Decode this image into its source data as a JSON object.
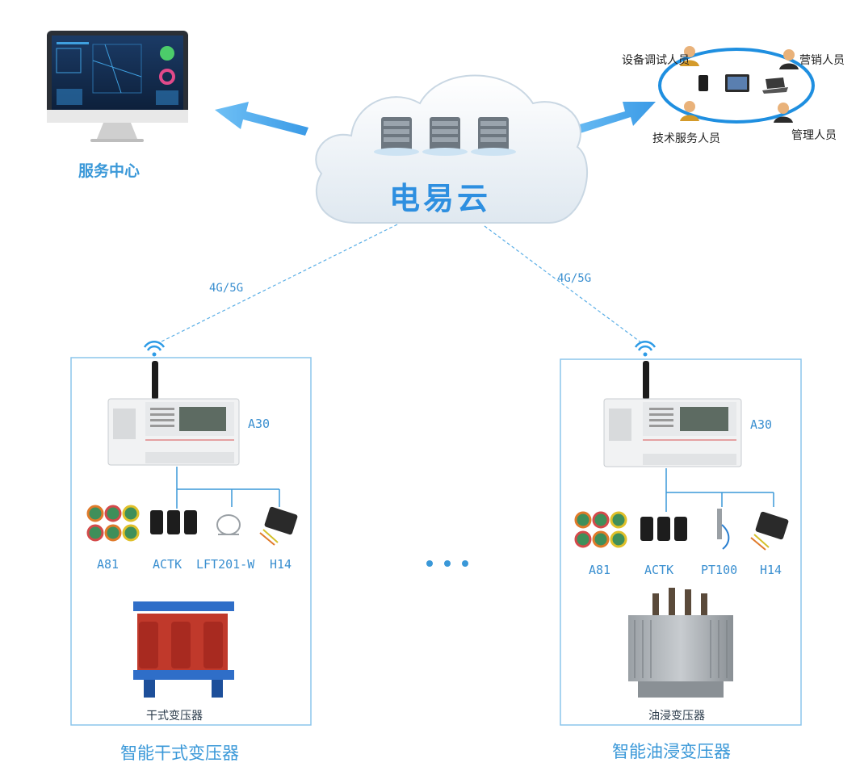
{
  "cloud": {
    "label": "电易云"
  },
  "service_center": {
    "label": "服务中心"
  },
  "roles": {
    "debug": "设备调试人员",
    "sales": "营销人员",
    "tech": "技术服务人员",
    "manager": "管理人员"
  },
  "network": {
    "left": "4G/5G",
    "right": "4G/5G"
  },
  "left_panel": {
    "device": "A30",
    "sensors": [
      "A81",
      "ACTK",
      "LFT201-W",
      "H14"
    ],
    "transformer": "干式变压器",
    "title": "智能干式变压器"
  },
  "right_panel": {
    "device": "A30",
    "sensors": [
      "A81",
      "ACTK",
      "PT100",
      "H14"
    ],
    "transformer": "油浸变压器",
    "title": "智能油浸变压器"
  },
  "colors": {
    "accent": "#3a98d8",
    "arrow": "#4da9ee",
    "box": "#8cc5ec",
    "transformer_dry": "#c0392b",
    "transformer_oil": "#8a8f94"
  }
}
